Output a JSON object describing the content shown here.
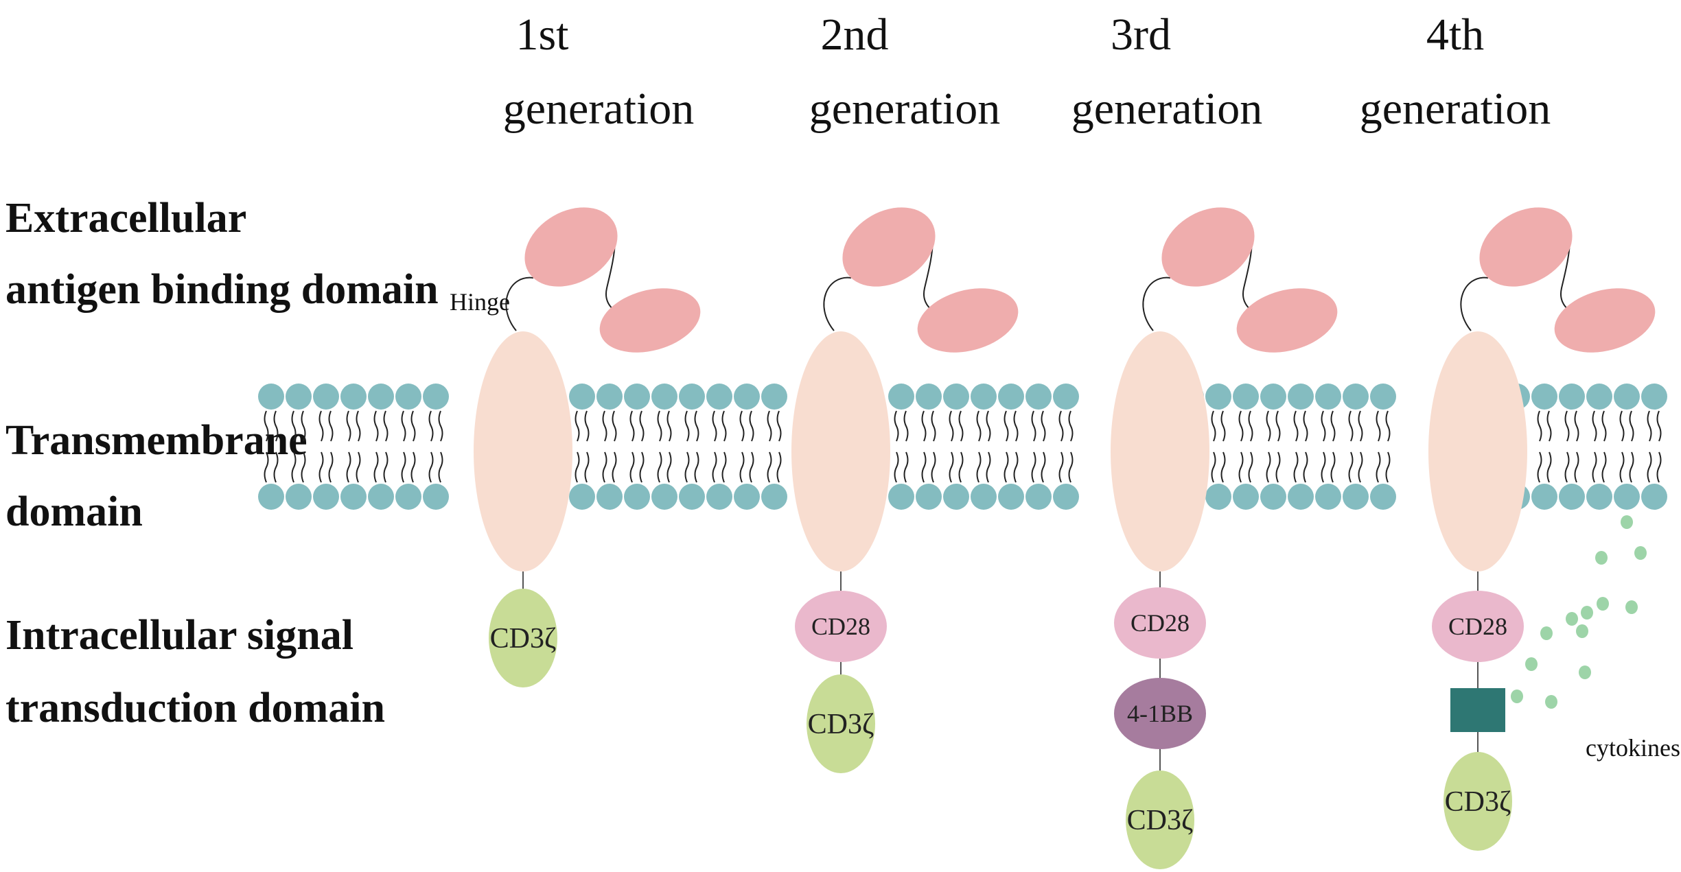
{
  "generations": [
    {
      "line1": "1st",
      "line2": "generation",
      "domains": [
        "CD3ζ"
      ]
    },
    {
      "line1": "2nd",
      "line2": "generation",
      "domains": [
        "CD28",
        "CD3ζ"
      ]
    },
    {
      "line1": "3rd",
      "line2": "generation",
      "domains": [
        "CD28",
        "4-1BB",
        "CD3ζ"
      ]
    },
    {
      "line1": "4th",
      "line2": "generation",
      "domains": [
        "CD28",
        "",
        "CD3ζ"
      ]
    }
  ],
  "row_labels": {
    "extracellular": [
      "Extracellular",
      "antigen binding domain"
    ],
    "transmembrane": [
      "Transmembrane",
      "domain"
    ],
    "intracellular": [
      "Intracellular signal",
      "transduction domain"
    ]
  },
  "hinge_label": "Hinge",
  "cytokines_label": "cytokines",
  "colors": {
    "scfv": "#efadad",
    "transmembrane": "#f8ddd0",
    "lipid_head": "#84bcc0",
    "cd3z": "#c8dc96",
    "cd28": "#eab8cc",
    "4-1bb": "#a67c9e",
    "fourth_gen_box": "#2e7773",
    "cytokine_dot": "#9dd4a8"
  }
}
